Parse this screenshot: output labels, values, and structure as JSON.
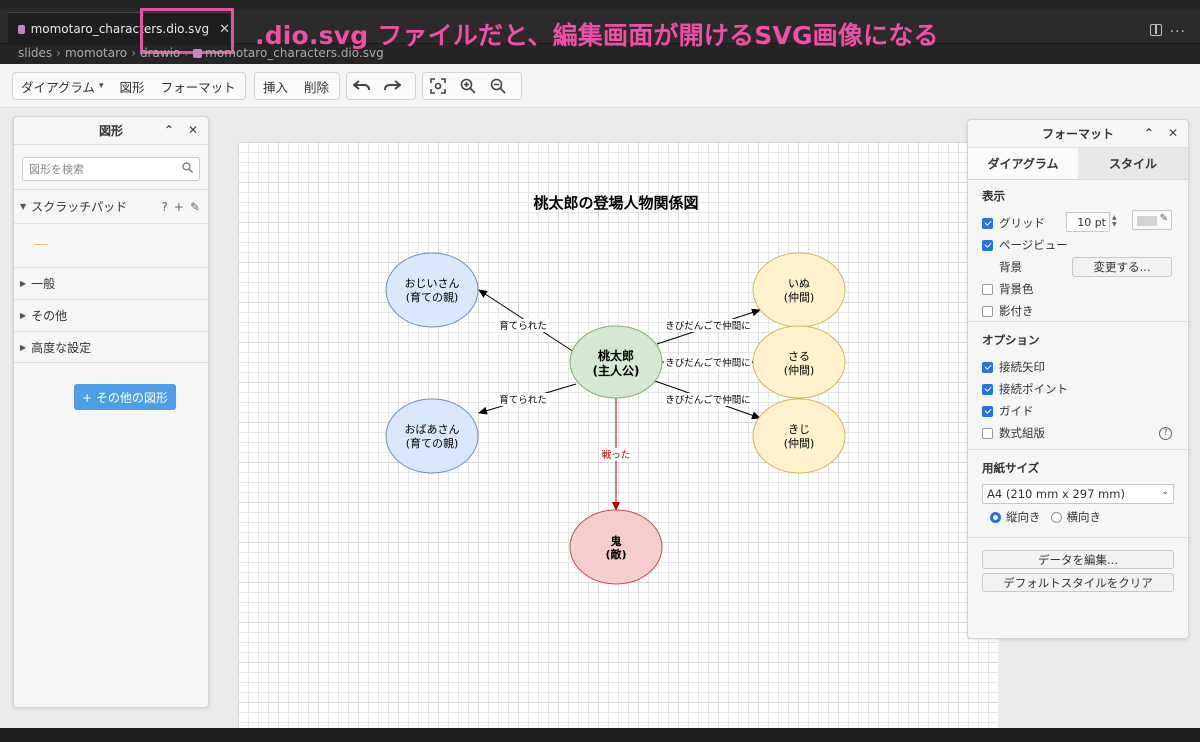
{
  "editor": {
    "tab_label": "momotaro_characters.dio.svg",
    "close_glyph": "✕",
    "annotation": ".dio.svg  ファイルだと、編集画面が開けるSVG画像になる",
    "breadcrumb": [
      "slides",
      "momotaro",
      "drawio",
      "momotaro_characters.dio.svg"
    ]
  },
  "toolbar": {
    "diagram_menu": "ダイアグラム",
    "shape_menu": "図形",
    "format_menu": "フォーマット",
    "insert": "挿入",
    "delete": "削除"
  },
  "shapes_panel": {
    "title": "図形",
    "search_placeholder": "図形を検索",
    "scratchpad": "スクラッチパッド",
    "sections": [
      "一般",
      "その他",
      "高度な設定"
    ],
    "more_shapes": "+ その他の図形"
  },
  "format_panel": {
    "title": "フォーマット",
    "tabs": [
      "ダイアグラム",
      "スタイル"
    ],
    "view": {
      "title": "表示",
      "grid": "グリッド",
      "grid_size": "10 pt",
      "page_view": "ページビュー",
      "background": "背景",
      "change_button": "変更する...",
      "background_color": "背景色",
      "shadow": "影付き"
    },
    "options": {
      "title": "オプション",
      "items": [
        "接続矢印",
        "接続ポイント",
        "ガイド",
        "数式組版"
      ]
    },
    "paper": {
      "title": "用紙サイズ",
      "size": "A4 (210 mm x 297 mm)",
      "portrait": "縦向き",
      "landscape": "横向き"
    },
    "edit_data": "データを編集...",
    "clear_style": "デフォルトスタイルをクリア",
    "help_glyph": "?"
  },
  "diagram": {
    "title": "桃太郎の登場人物関係図",
    "nodes": {
      "momotaro": [
        "桃太郎",
        "(主人公)"
      ],
      "grandpa": [
        "おじいさん",
        "(育ての親)"
      ],
      "grandma": [
        "おばあさん",
        "(育ての親)"
      ],
      "dog": [
        "いぬ",
        "(仲間)"
      ],
      "monkey": [
        "さる",
        "(仲間)"
      ],
      "pheasant": [
        "きじ",
        "(仲間)"
      ],
      "oni": [
        "鬼",
        "(敵)"
      ]
    },
    "edges": {
      "raised_1": "育てられた",
      "raised_2": "育てられた",
      "dango_1": "きびだんごで仲間に",
      "dango_2": "きびだんごで仲間に",
      "dango_3": "きびだんごで仲間に",
      "fought": "戦った"
    },
    "colors": {
      "blue_fill": "#dae8fc",
      "blue_stroke": "#6c8ebf",
      "green_fill": "#d5e8d4",
      "green_stroke": "#82b366",
      "yellow_fill": "#fff2cc",
      "yellow_stroke": "#d6b656",
      "red_fill": "#f8cecc",
      "red_stroke": "#b85450",
      "fight_line": "#b20000"
    }
  }
}
